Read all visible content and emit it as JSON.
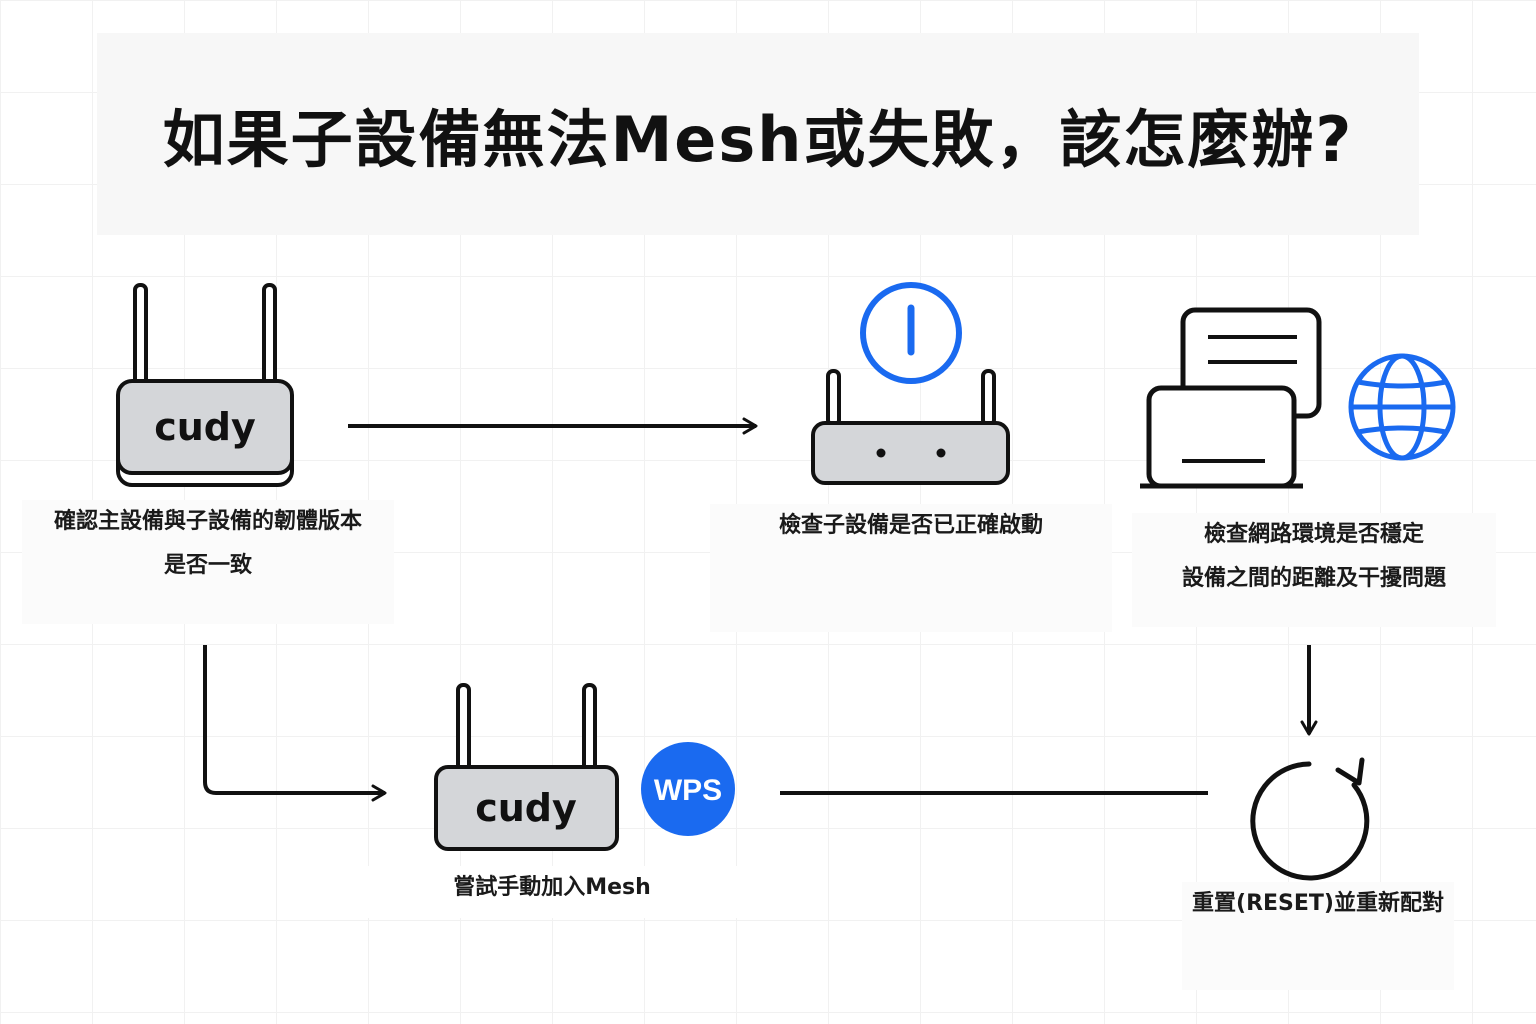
{
  "title": "如果子設備無法Mesh或失敗，該怎麼辦?",
  "steps": {
    "firmware": {
      "line1": "確認主設備與子設備的韌體版本",
      "line2": "是否一致",
      "brand": "cudy"
    },
    "power": {
      "line1": "檢查子設備是否已正確啟動"
    },
    "network": {
      "line1": "檢查網路環境是否穩定",
      "line2": "設備之間的距離及干擾問題"
    },
    "manual": {
      "line1": "嘗試手動加入Mesh",
      "brand": "cudy",
      "badge": "WPS"
    },
    "reset": {
      "line1": "重置(RESET)並重新配對"
    }
  },
  "colors": {
    "accent": "#1a6af0",
    "device": "#d4d6d9",
    "stroke": "#111111"
  },
  "icons": [
    "router-icon",
    "power-icon",
    "documents-icon",
    "globe-icon",
    "wps-badge-icon",
    "reset-icon"
  ]
}
